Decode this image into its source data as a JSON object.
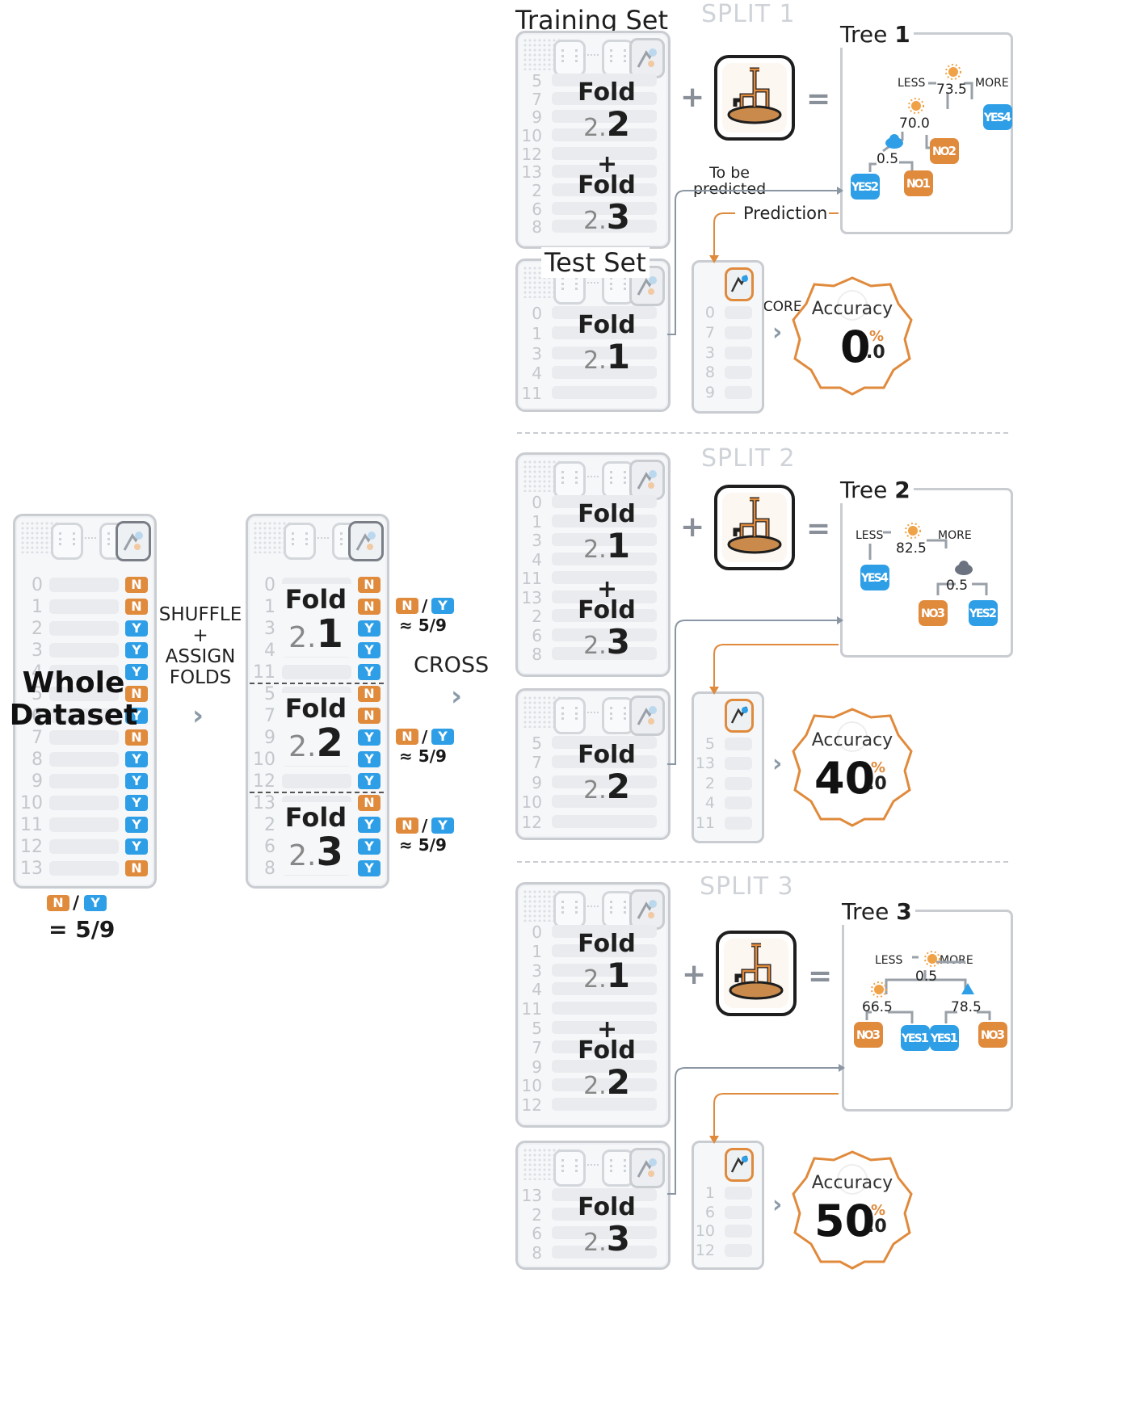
{
  "whole": {
    "title_line1": "Whole",
    "title_line2": "Dataset",
    "rows": [
      {
        "i": "0",
        "c": "N"
      },
      {
        "i": "1",
        "c": "N"
      },
      {
        "i": "2",
        "c": "Y"
      },
      {
        "i": "3",
        "c": "Y"
      },
      {
        "i": "4",
        "c": "Y"
      },
      {
        "i": "5",
        "c": "N"
      },
      {
        "i": "6",
        "c": "Y"
      },
      {
        "i": "7",
        "c": "N"
      },
      {
        "i": "8",
        "c": "Y"
      },
      {
        "i": "9",
        "c": "Y"
      },
      {
        "i": "10",
        "c": "Y"
      },
      {
        "i": "11",
        "c": "Y"
      },
      {
        "i": "12",
        "c": "Y"
      },
      {
        "i": "13",
        "c": "N"
      }
    ],
    "ratio_n": "N",
    "ratio_slash": "/",
    "ratio_y": "Y",
    "ratio_value": "= 5/9"
  },
  "shuffle": {
    "line1": "SHUFFLE",
    "line2": "+",
    "line3": "ASSIGN",
    "line4": "FOLDS"
  },
  "folds_panel": {
    "fold_word": "Fold",
    "groups": [
      {
        "pre": "2.",
        "num": "1",
        "rows": [
          {
            "i": "0",
            "c": "N"
          },
          {
            "i": "1",
            "c": "N"
          },
          {
            "i": "3",
            "c": "Y"
          },
          {
            "i": "4",
            "c": "Y"
          },
          {
            "i": "11",
            "c": "Y"
          }
        ],
        "ratio": "≈ 5/9"
      },
      {
        "pre": "2.",
        "num": "2",
        "rows": [
          {
            "i": "5",
            "c": "N"
          },
          {
            "i": "7",
            "c": "N"
          },
          {
            "i": "9",
            "c": "Y"
          },
          {
            "i": "10",
            "c": "Y"
          },
          {
            "i": "12",
            "c": "Y"
          }
        ],
        "ratio": "≈ 5/9"
      },
      {
        "pre": "2.",
        "num": "3",
        "rows": [
          {
            "i": "13",
            "c": "N"
          },
          {
            "i": "2",
            "c": "Y"
          },
          {
            "i": "6",
            "c": "Y"
          },
          {
            "i": "8",
            "c": "Y"
          }
        ],
        "ratio": "≈ 5/9"
      }
    ],
    "ratio_n": "N",
    "ratio_slash": "/",
    "ratio_y": "Y"
  },
  "cross_label": "CROSS",
  "labels": {
    "training_set": "Training Set",
    "test_set": "Test Set",
    "to_be": "To be",
    "predicted": "predicted",
    "prediction": "Prediction",
    "score": "SCORE",
    "accuracy": "Accuracy",
    "fold": "Fold",
    "plus": "+",
    "less": "LESS",
    "more": "MORE",
    "tree": "Tree",
    "pct": "%"
  },
  "splits": [
    {
      "title": "SPLIT 1",
      "train_idx": [
        "5",
        "7",
        "9",
        "10",
        "12",
        "13",
        "2",
        "6",
        "8"
      ],
      "train_folds": [
        {
          "pre": "2.",
          "num": "2"
        },
        {
          "pre": "2.",
          "num": "3"
        }
      ],
      "test_idx": [
        "0",
        "1",
        "3",
        "4",
        "11"
      ],
      "test_fold": {
        "pre": "2.",
        "num": "1"
      },
      "tree_num": "1",
      "tree_values": [
        "73.5",
        "70.0",
        "0.5"
      ],
      "tree_leaves": [
        {
          "t": "YES",
          "n": "4",
          "c": "Y"
        },
        {
          "t": "NO",
          "n": "2",
          "c": "N"
        },
        {
          "t": "YES",
          "n": "2",
          "c": "Y"
        },
        {
          "t": "NO",
          "n": "1",
          "c": "N"
        }
      ],
      "pred_idx": [
        "0",
        "7",
        "3",
        "8",
        "9"
      ],
      "acc_int": "0",
      "acc_dec": ".0"
    },
    {
      "title": "SPLIT 2",
      "train_idx": [
        "0",
        "1",
        "3",
        "4",
        "11",
        "13",
        "2",
        "6",
        "8"
      ],
      "train_folds": [
        {
          "pre": "2.",
          "num": "1"
        },
        {
          "pre": "2.",
          "num": "3"
        }
      ],
      "test_idx": [
        "5",
        "7",
        "9",
        "10",
        "12"
      ],
      "test_fold": {
        "pre": "2.",
        "num": "2"
      },
      "tree_num": "2",
      "tree_values": [
        "82.5",
        "0.5"
      ],
      "tree_leaves": [
        {
          "t": "YES",
          "n": "4",
          "c": "Y"
        },
        {
          "t": "NO",
          "n": "3",
          "c": "N"
        },
        {
          "t": "YES",
          "n": "2",
          "c": "Y"
        }
      ],
      "pred_idx": [
        "5",
        "13",
        "2",
        "4",
        "11"
      ],
      "acc_int": "40",
      "acc_dec": ".0"
    },
    {
      "title": "SPLIT 3",
      "train_idx": [
        "0",
        "1",
        "3",
        "4",
        "11",
        "5",
        "7",
        "9",
        "10",
        "12"
      ],
      "train_folds": [
        {
          "pre": "2.",
          "num": "1"
        },
        {
          "pre": "2.",
          "num": "2"
        }
      ],
      "test_idx": [
        "13",
        "2",
        "6",
        "8"
      ],
      "test_fold": {
        "pre": "2.",
        "num": "3"
      },
      "tree_num": "3",
      "tree_values": [
        "0.5",
        "66.5",
        "78.5"
      ],
      "tree_leaves": [
        {
          "t": "NO",
          "n": "3",
          "c": "N"
        },
        {
          "t": "YES",
          "n": "1",
          "c": "Y"
        },
        {
          "t": "YES",
          "n": "1",
          "c": "Y"
        },
        {
          "t": "NO",
          "n": "3",
          "c": "N"
        }
      ],
      "pred_idx": [
        "1",
        "6",
        "10",
        "12"
      ],
      "acc_int": "50",
      "acc_dec": ".0"
    }
  ],
  "colors": {
    "no": "#e08a3c",
    "yes": "#2e9fe6",
    "border": "#c9ccd1",
    "arrow": "#e08a3c",
    "line": "#8a96a3"
  },
  "icons": [
    "dataset-header-icon",
    "label-column-icon",
    "decision-tree-model-icon",
    "sun-icon",
    "cloud-icon",
    "rain-drop-icon",
    "accuracy-badge-icon",
    "chevron-right-icon"
  ]
}
